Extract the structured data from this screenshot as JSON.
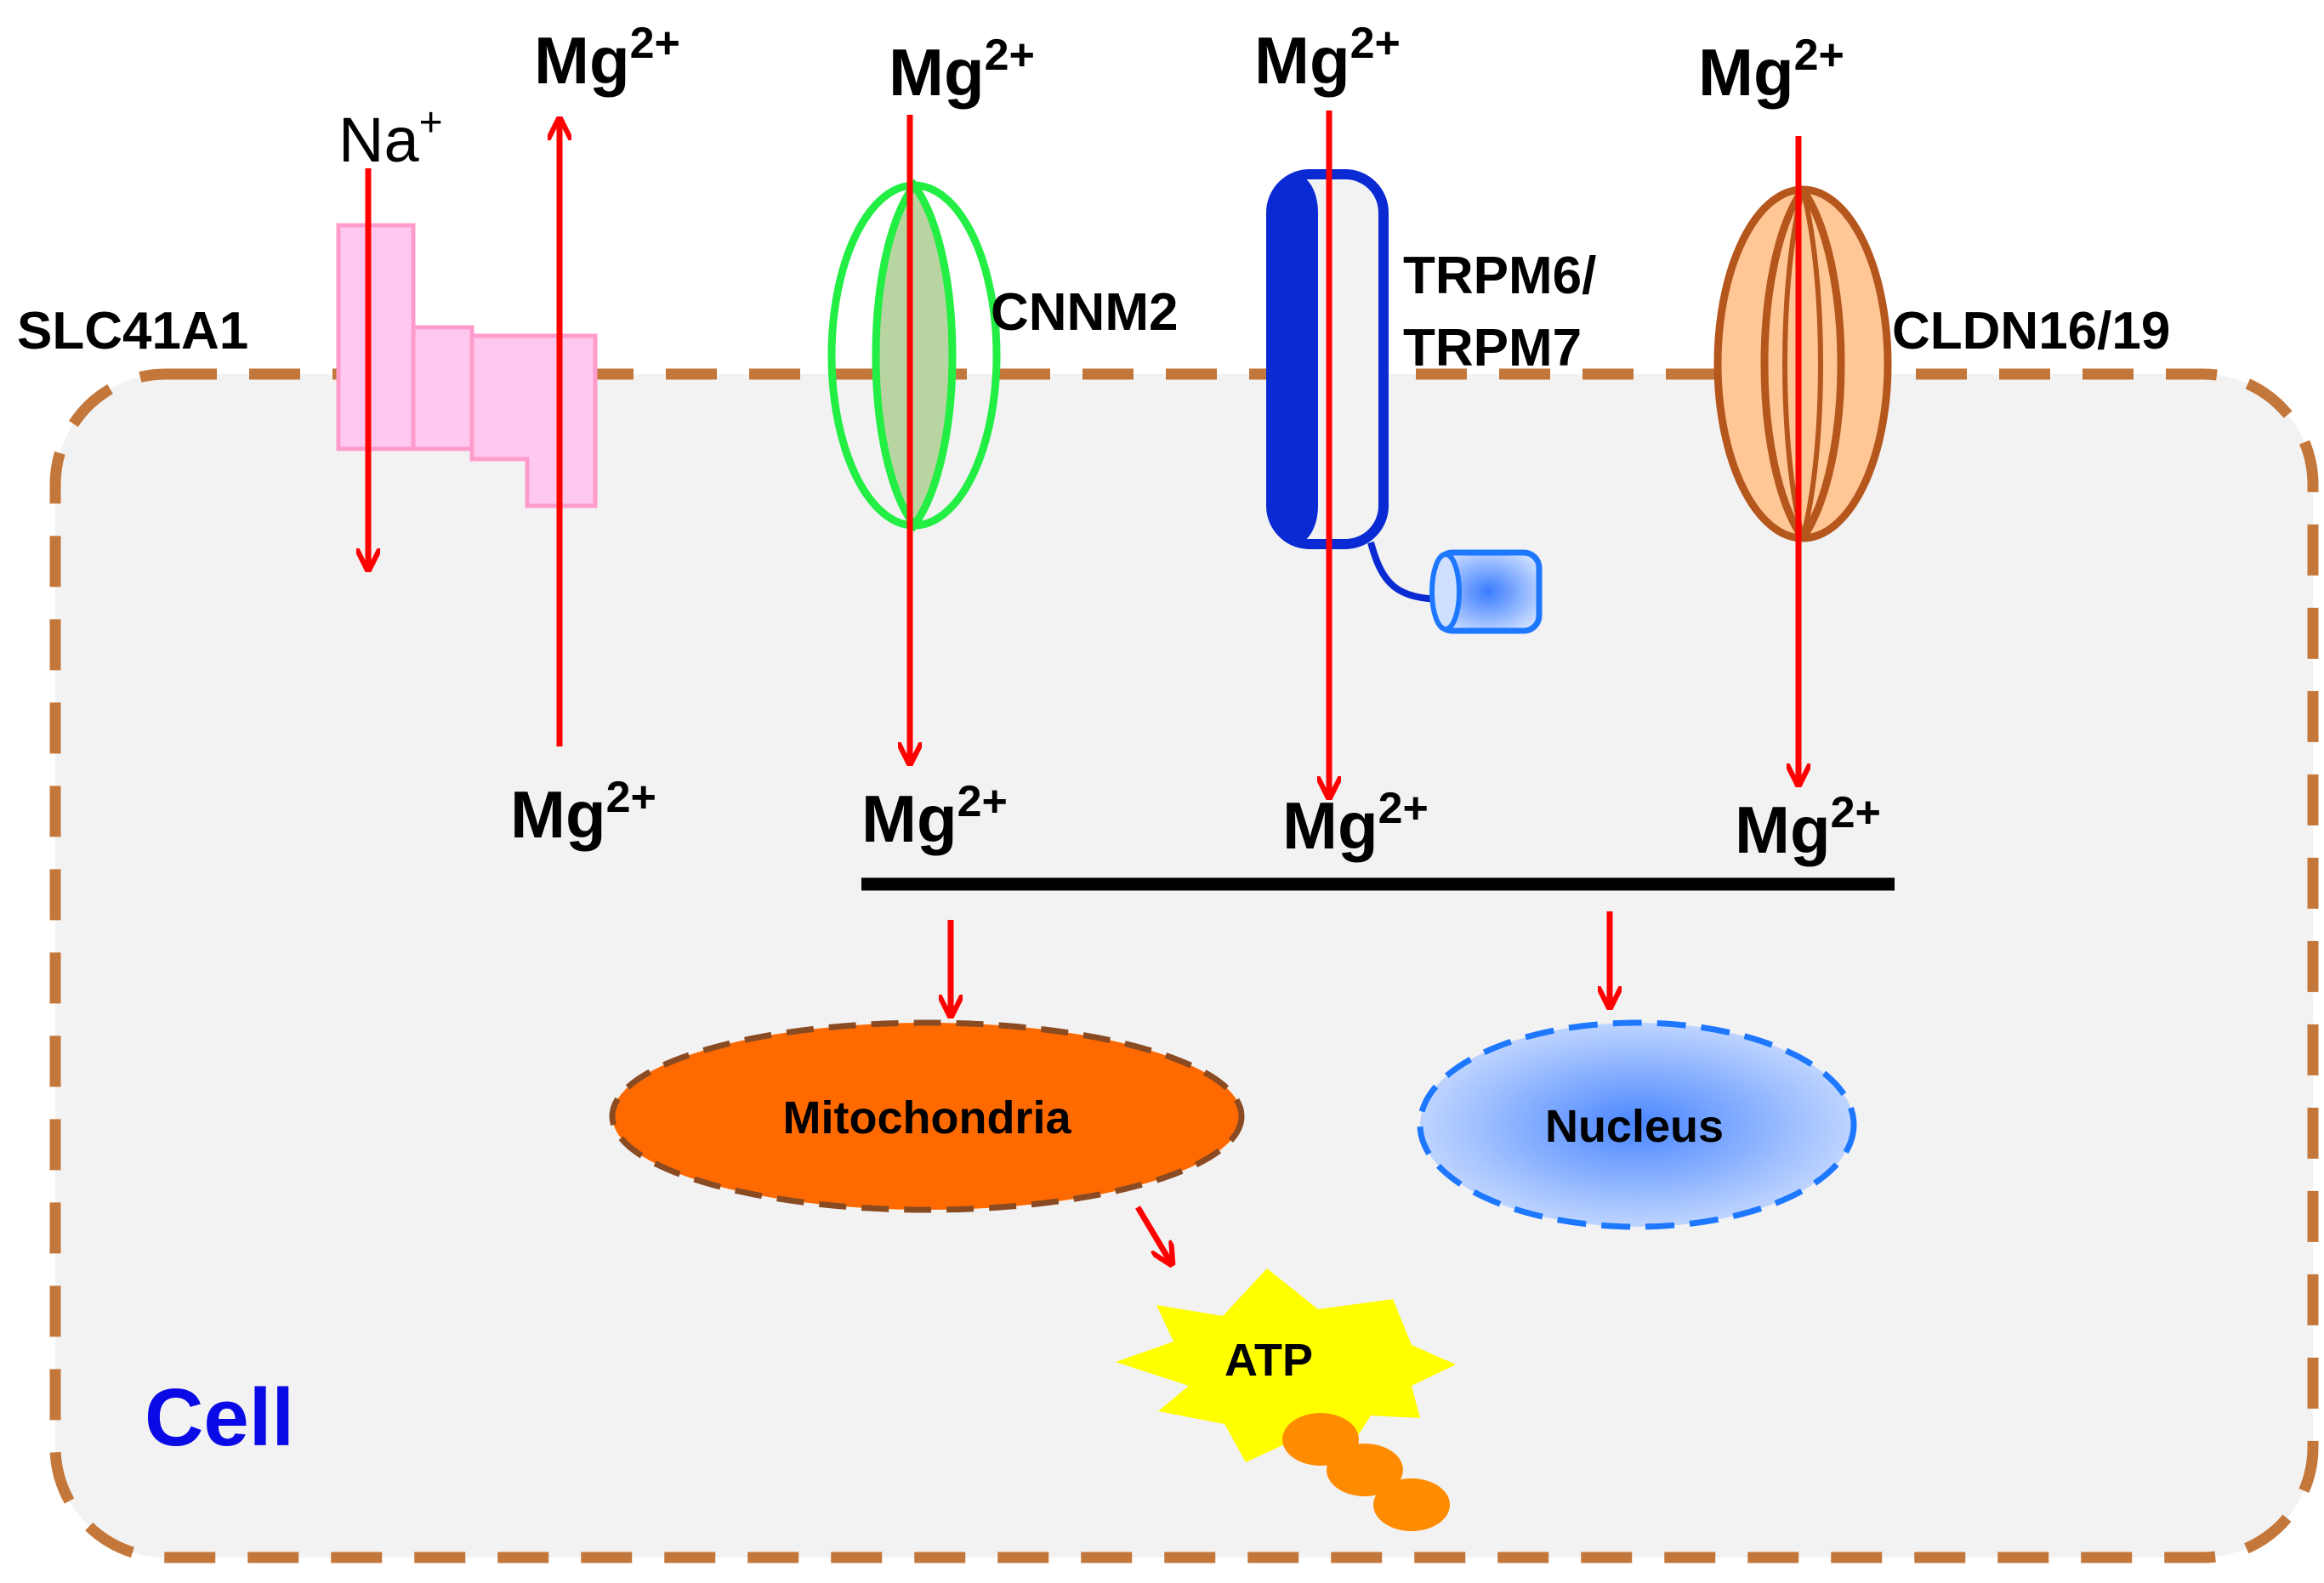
{
  "ions": {
    "mg_base": "Mg",
    "mg_charge": "2+",
    "na_base": "Na",
    "na_charge": "+"
  },
  "proteins": {
    "slc41a1": "SLC41A1",
    "cnnm2": "CNNM2",
    "trpm_line1": "TRPM6/",
    "trpm_line2": "TRPM7",
    "cldn": "CLDN16/19"
  },
  "organelles": {
    "mitochondria": "Mitochondria",
    "nucleus": "Nucleus",
    "atp": "ATP"
  },
  "cell_label": "Cell",
  "colors": {
    "arrow": "#ff0000",
    "membrane": "#c4773a",
    "cytoplasm": "#f2f2f2",
    "slc41a1": "#ffc8f0",
    "cnnm2_outline": "#22ee44",
    "trpm": "#0a2ad4",
    "cldn": "#b5561c",
    "mitochondria": "#ff6a00",
    "nucleus": "#1e78ff",
    "atp": "#ffff00",
    "cell_text": "#0a0ae6"
  }
}
